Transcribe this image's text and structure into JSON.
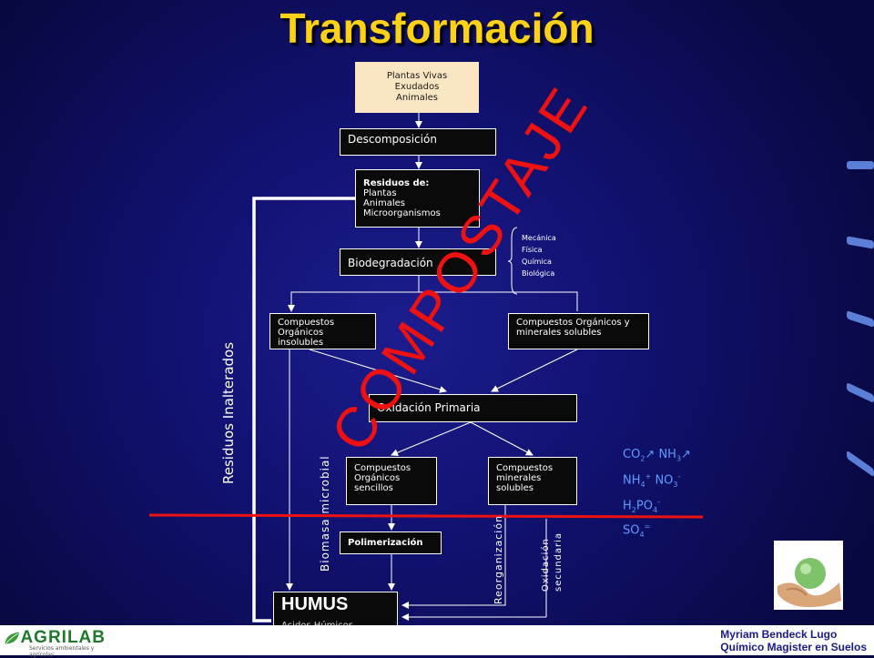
{
  "title": "Transformación",
  "nodes": {
    "sources": [
      "Plantas Vivas",
      "Exudados",
      "Animales"
    ],
    "decomposition": "Descomposición",
    "residues_title": "Residuos de:",
    "residues_items": [
      "Plantas",
      "Animales",
      "Microorganismos"
    ],
    "biodegradation": "Biodegradación",
    "brace_items": [
      "Mecánica",
      "Física",
      "Química",
      "Biológica"
    ],
    "insoluble": [
      "Compuestos",
      "Orgánicos insolubles"
    ],
    "soluble": [
      "Compuestos Orgánicos y",
      "minerales solubles"
    ],
    "primary_oxidation": "Oxidación Primaria",
    "simple_compounds": [
      "Compuestos",
      "Orgánicos",
      "sencillos"
    ],
    "mineral_compounds": [
      "Compuestos",
      "minerales",
      "solubles"
    ],
    "polymerization": "Polimerización",
    "humus_title": "HUMUS",
    "humus_sub": "Acidos Húmicos"
  },
  "side_labels": {
    "unaltered": "Residuos Inalterados",
    "biomass": "Biomasa microbial",
    "reorganization": "Reorganización",
    "secondary_oxidation_1": "Oxidación",
    "secondary_oxidation_2": "secundaria"
  },
  "stamp": "COMPOSTAJE",
  "chemicals": {
    "line1_a": "CO",
    "line1_a_sub": "2",
    "line1_b": "NH",
    "line1_b_sub": "3",
    "line2_a": "NH",
    "line2_a_sub": "4",
    "line2_a_sup": "+",
    "line2_b": "NO",
    "line2_b_sub": "3",
    "line2_b_sup": "-",
    "line3_a": "H",
    "line3_a_sub": "2",
    "line3_b": "PO",
    "line3_b_sub": "4",
    "line3_b_sup": "-",
    "line4_a": "SO",
    "line4_a_sub": "4",
    "line4_a_sup": "="
  },
  "footer": {
    "logo": "AGRILAB",
    "logo_tagline": "Servicios ambientales y agrícolas",
    "author": "Myriam Bendeck Lugo",
    "credential": "Químico Magister en Suelos"
  },
  "colors": {
    "title": "#fcd116",
    "stamp": "#ee1111",
    "chem": "#5b9bff",
    "divider": "#ee1111"
  }
}
